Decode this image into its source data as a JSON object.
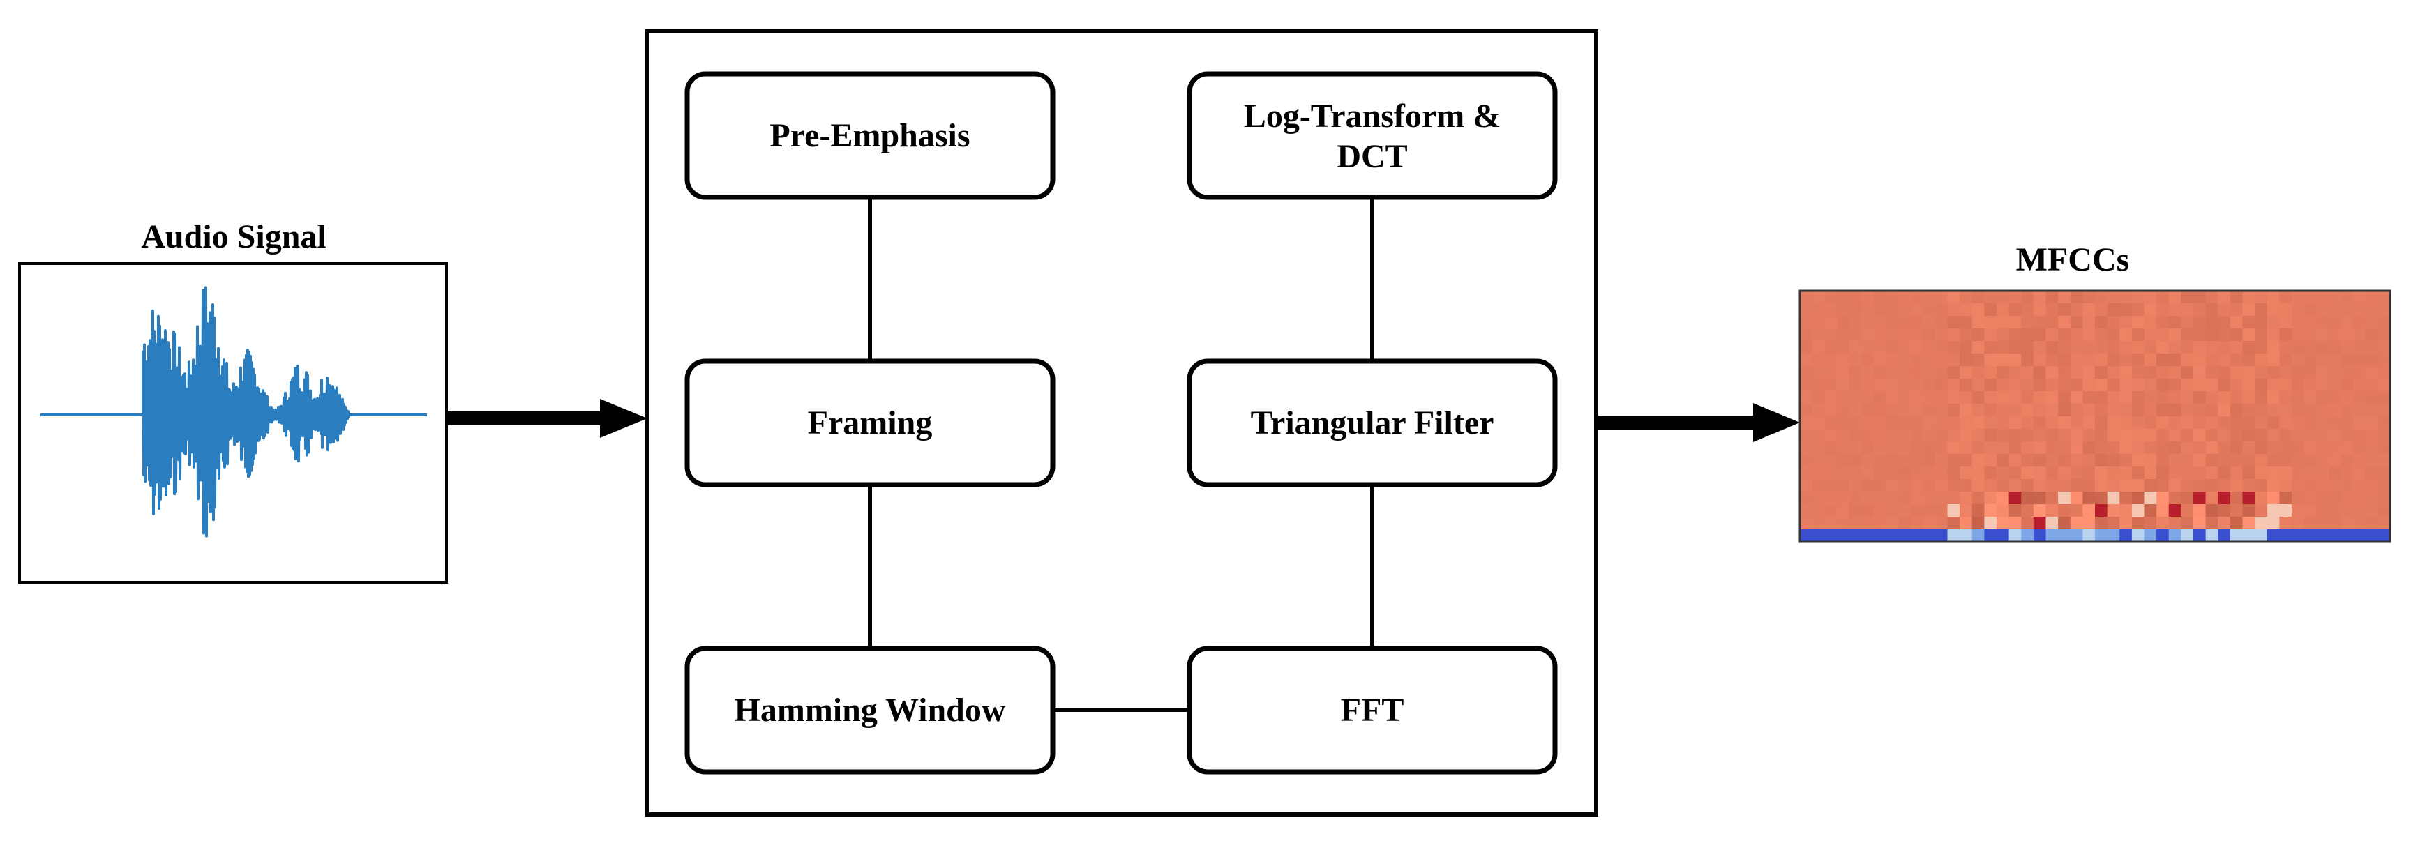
{
  "input": {
    "title": "Audio Signal"
  },
  "output": {
    "title": "MFCCs"
  },
  "steps": {
    "pre_emphasis": "Pre-Emphasis",
    "framing": "Framing",
    "hamming": "Hamming Window",
    "fft": "FFT",
    "triangular": "Triangular Filter",
    "log_dct_line1": "Log-Transform &",
    "log_dct_line2": "DCT"
  },
  "colors": {
    "waveform": "#2a7dbf",
    "mfcc_background": "#e47a5e",
    "mfcc_low_band": "#3a4fcf",
    "mfcc_highlight": "#b81f2c",
    "stroke": "#000000"
  }
}
